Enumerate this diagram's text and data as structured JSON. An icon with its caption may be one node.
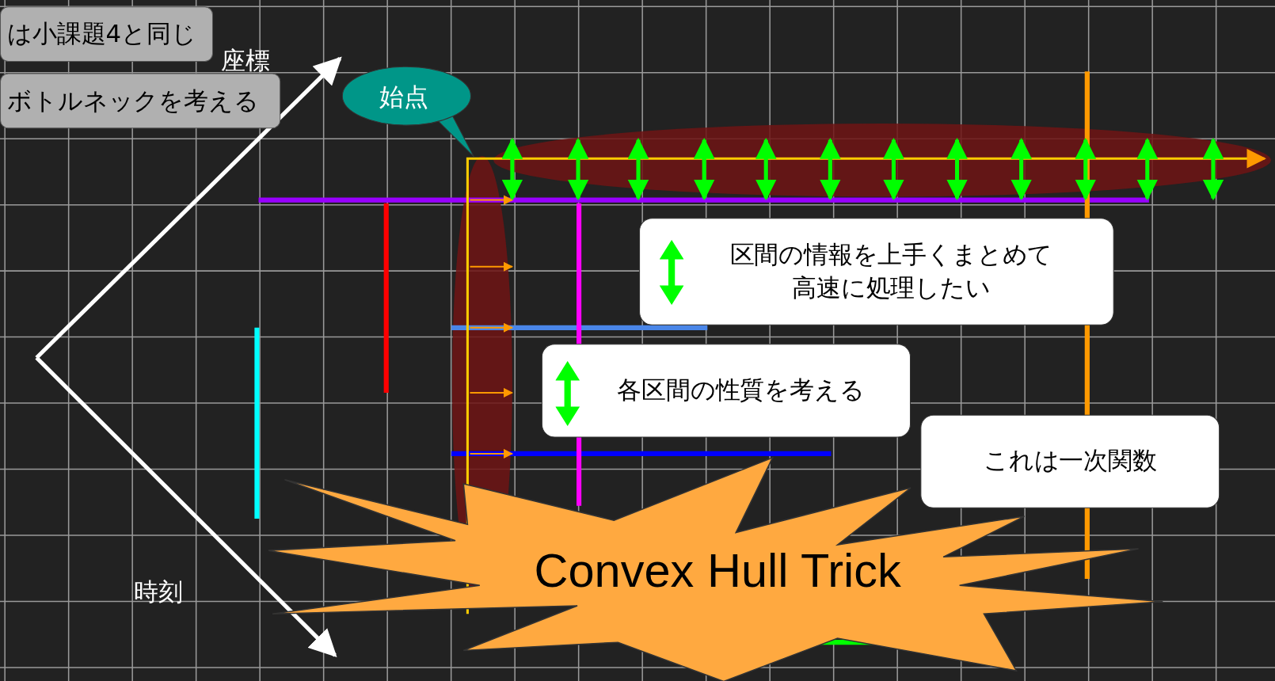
{
  "diagram": {
    "nodes": [
      {
        "text": [
          "は小課題4と同じ"
        ]
      },
      {
        "text": [
          "ボトルネックを考える"
        ]
      },
      {
        "text": [
          "始点"
        ]
      },
      {
        "text": [
          "区間の情報を上手くまとめて高速に処理したい"
        ]
      },
      {
        "text": [
          "各区間の性質を考える"
        ]
      },
      {
        "text": [
          "これは一次関数"
        ]
      },
      {
        "text": [
          "Convex Hull Trick"
        ]
      }
    ],
    "edges": [],
    "labels": [
      "座標",
      "時刻"
    ]
  }
}
